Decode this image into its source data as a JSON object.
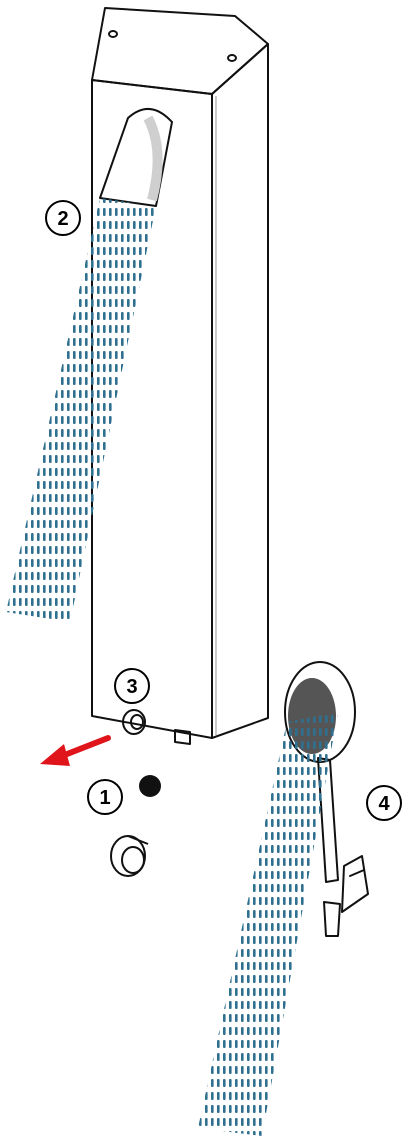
{
  "callouts": [
    {
      "id": "1",
      "text": "1",
      "target": "sensor"
    },
    {
      "id": "2",
      "text": "2",
      "target": "overhead-shower"
    },
    {
      "id": "3",
      "text": "3",
      "target": "push-button"
    },
    {
      "id": "4",
      "text": "4",
      "target": "hand-shower"
    }
  ],
  "colors": {
    "water": "#2f6f8f",
    "arrow": "#e0151b",
    "panel_shade": "#efefef",
    "outline": "#111111",
    "sensor": "#111111"
  },
  "icons": [
    "shower-panel",
    "overhead-shower-head",
    "hand-shower",
    "push-button",
    "sensor-eye",
    "mixing-knob",
    "direction-arrow"
  ]
}
